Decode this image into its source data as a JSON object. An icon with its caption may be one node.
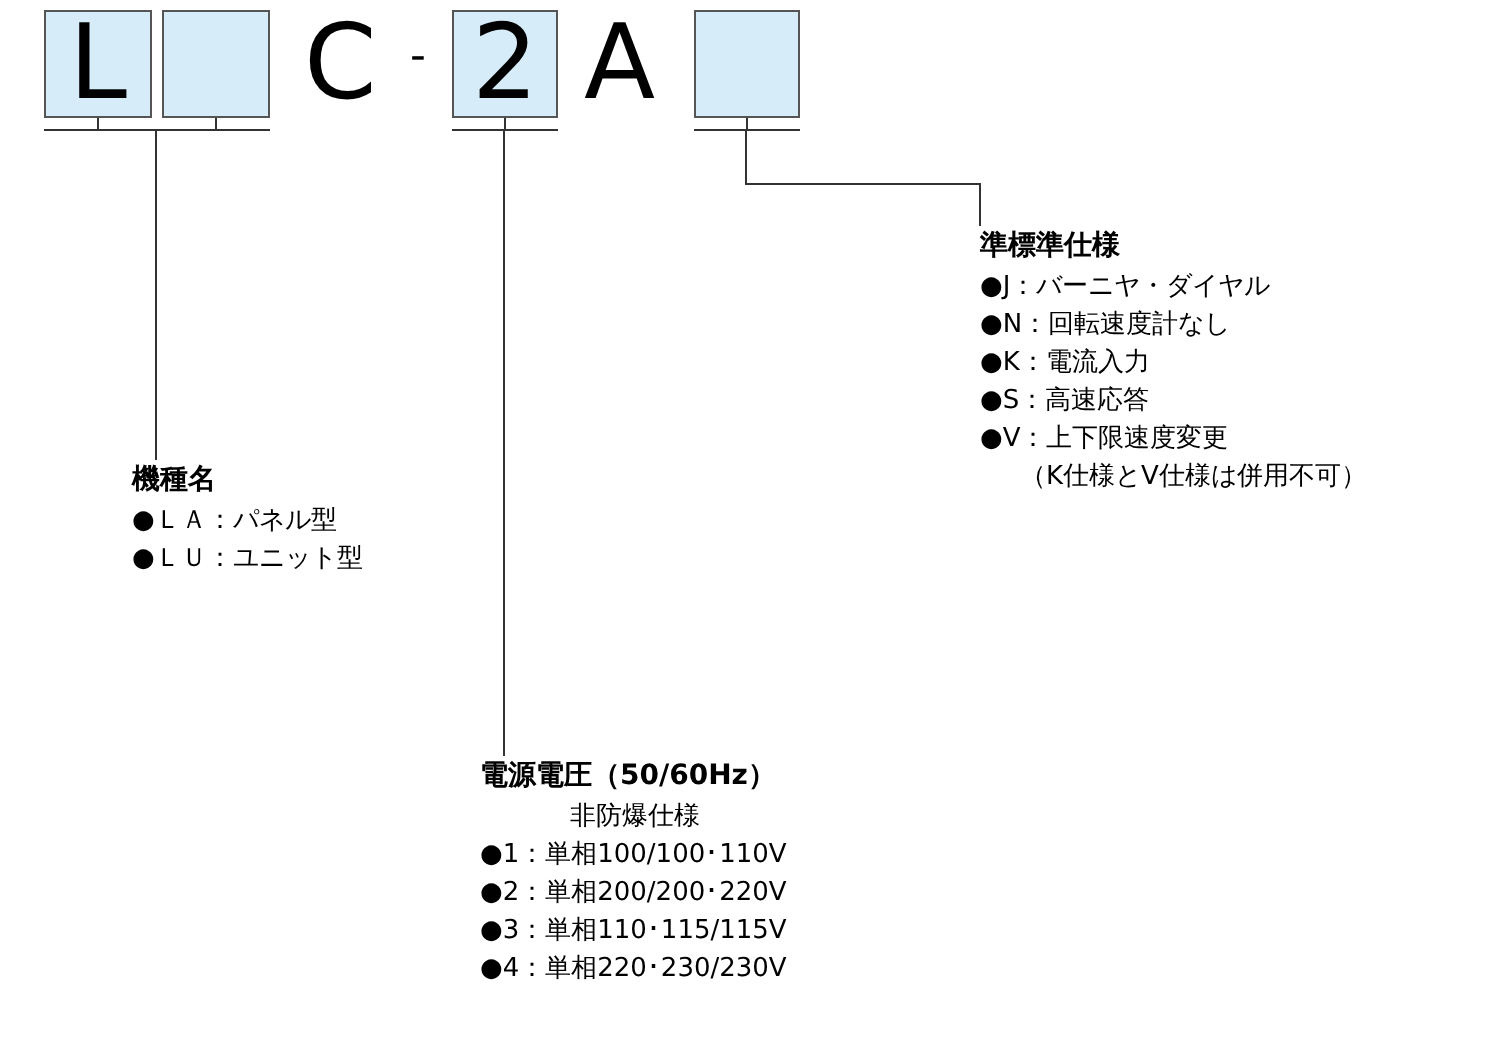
{
  "diagram": {
    "nodes": [
      {
        "text": [
          "L"
        ]
      },
      {
        "text": [],
        "shape": "box"
      },
      {
        "text": [
          "2"
        ]
      },
      {
        "text": [],
        "shape": "box"
      },
      {
        "text": [
          "機種名",
          "●ＬＡ：パネル型",
          "●ＬＵ：ユニット型"
        ]
      },
      {
        "text": [
          "電源電圧（50/60Hz）",
          "非防爆仕様",
          "●1：単相100/100･110V",
          "●2：単相200/200･220V",
          "●3：単相110･115/115V",
          "●4：単相220･230/230V"
        ]
      },
      {
        "text": [
          "準標準仕様",
          "●J：バーニヤ・ダイヤル",
          "●N：回転速度計なし",
          "●K：電流入力",
          "●S：高速応答",
          "●V：上下限速度変更",
          "（K仕様とV仕様は併用不可）"
        ]
      }
    ],
    "edges": [
      {
        "from": 0,
        "to": 4,
        "arrow": "none"
      },
      {
        "from": 1,
        "to": 4,
        "arrow": "none"
      },
      {
        "from": 2,
        "to": 5,
        "arrow": "none"
      },
      {
        "from": 3,
        "to": 6,
        "arrow": "none"
      }
    ],
    "labels": [
      "C",
      "-",
      "A"
    ]
  }
}
